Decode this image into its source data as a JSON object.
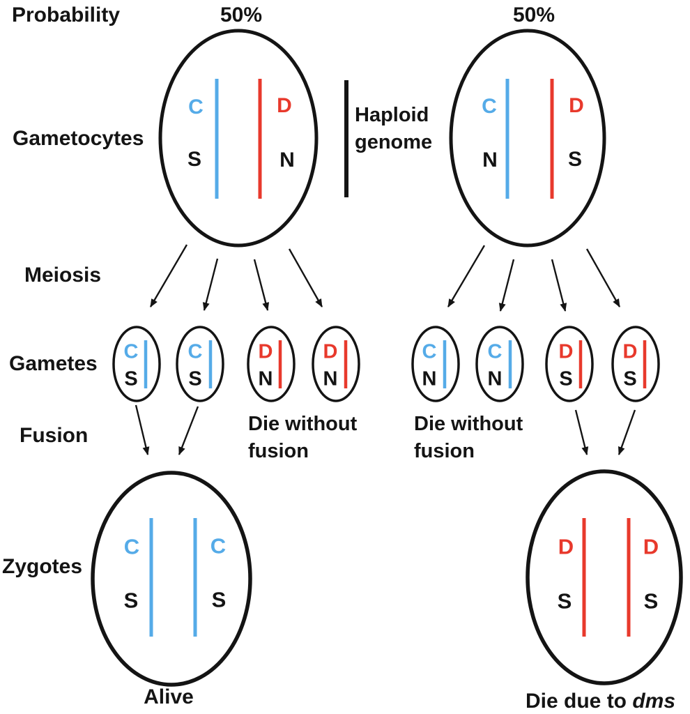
{
  "colors": {
    "blue": "#55ABE8",
    "red": "#E8392C",
    "ink": "#141414"
  },
  "row_labels": {
    "probability": "Probability",
    "gametocytes": "Gametocytes",
    "meiosis": "Meiosis",
    "gametes": "Gametes",
    "fusion": "Fusion",
    "zygotes": "Zygotes"
  },
  "annotations": {
    "haploid_genome": "Haploid genome"
  },
  "left_branch": {
    "probability": "50%",
    "gametocyte": {
      "left_top": "C",
      "left_bottom": "S",
      "right_top": "D",
      "right_bottom": "N"
    },
    "gametes": [
      {
        "top": "C",
        "bottom": "S"
      },
      {
        "top": "C",
        "bottom": "S"
      },
      {
        "top": "D",
        "bottom": "N"
      },
      {
        "top": "D",
        "bottom": "N"
      }
    ],
    "dead_gametes_note": "Die without fusion",
    "zygote": {
      "left_top": "C",
      "left_bottom": "S",
      "right_top": "C",
      "right_bottom": "S"
    },
    "zygote_fate": "Alive"
  },
  "right_branch": {
    "probability": "50%",
    "gametocyte": {
      "left_top": "C",
      "left_bottom": "N",
      "right_top": "D",
      "right_bottom": "S"
    },
    "gametes": [
      {
        "top": "C",
        "bottom": "N"
      },
      {
        "top": "C",
        "bottom": "N"
      },
      {
        "top": "D",
        "bottom": "S"
      },
      {
        "top": "D",
        "bottom": "S"
      }
    ],
    "dead_gametes_note": "Die without fusion",
    "zygote": {
      "left_top": "D",
      "left_bottom": "S",
      "right_top": "D",
      "right_bottom": "S"
    },
    "zygote_fate_prefix": "Die due to ",
    "zygote_fate_gene": "dms"
  }
}
